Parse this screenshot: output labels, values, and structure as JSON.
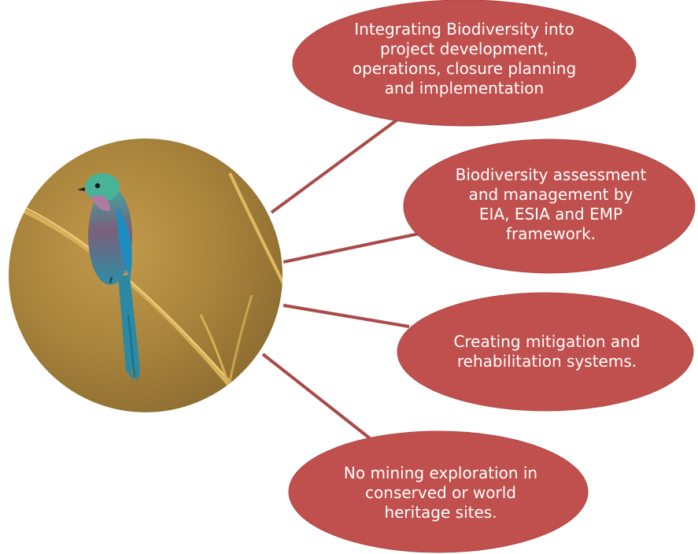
{
  "diagram": {
    "center_image": {
      "description": "bird-on-grass-stem-photo"
    },
    "bubbles": [
      {
        "text": "Integrating Biodiversity into\nproject development,\noperations, closure planning\nand implementation"
      },
      {
        "text": "Biodiversity assessment\nand management by\nEIA, ESIA and EMP\nframework."
      },
      {
        "text": "Creating mitigation and\nrehabilitation systems."
      },
      {
        "text": "No mining exploration in\nconserved or world\nheritage sites."
      }
    ],
    "colors": {
      "bubble_fill": "#c0504d",
      "connector": "#a94a48",
      "text": "#ffffff",
      "photo_background": "#b08a3f"
    }
  }
}
